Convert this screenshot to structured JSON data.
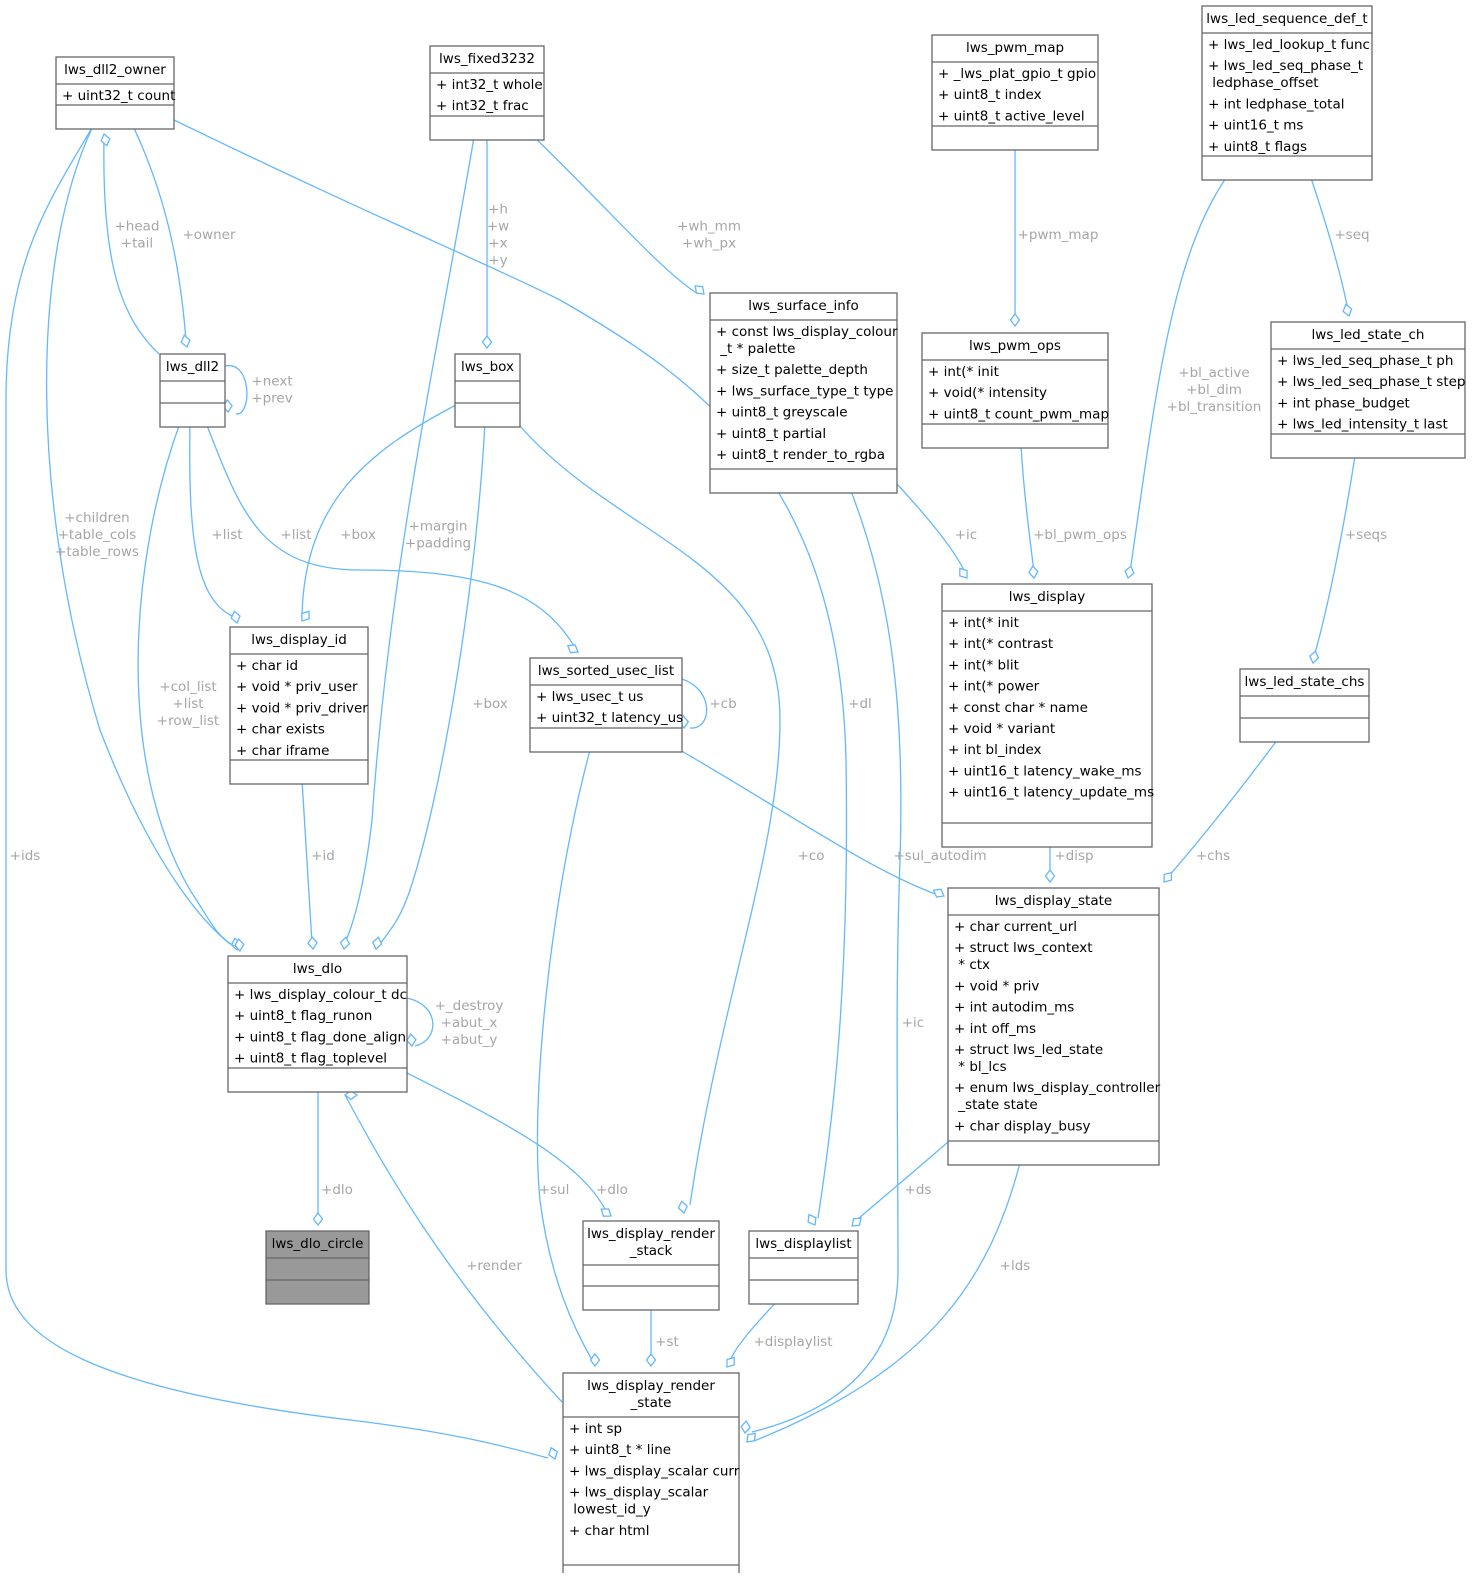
{
  "colors": {
    "edge": "#63b8ff",
    "label": "#a6a6a6",
    "border": "#666666",
    "highlight_fill": "#999999"
  },
  "nodes": [
    {
      "id": "dll2_owner",
      "name": "lws_dll2_owner",
      "attrs": [
        "+ uint32_t count"
      ]
    },
    {
      "id": "fixed3232",
      "name": "lws_fixed3232",
      "attrs": [
        "+ int32_t whole",
        "+ int32_t frac"
      ]
    },
    {
      "id": "pwm_map",
      "name": "lws_pwm_map",
      "attrs": [
        "+ _lws_plat_gpio_t gpio",
        "+ uint8_t index",
        "+ uint8_t active_level"
      ]
    },
    {
      "id": "led_seq_def",
      "name": "lws_led_sequence_def_t",
      "attrs": [
        "+ lws_led_lookup_t func",
        "+ lws_led_seq_phase_t\n   ledphase_offset",
        "+ int ledphase_total",
        "+ uint16_t ms",
        "+ uint8_t flags"
      ]
    },
    {
      "id": "surface_info",
      "name": "lws_surface_info",
      "attrs": [
        "+ const lws_display_colour\n   _t * palette",
        "+ size_t palette_depth",
        "+ lws_surface_type_t type",
        "+ uint8_t greyscale",
        "+ uint8_t partial",
        "+ uint8_t render_to_rgba"
      ]
    },
    {
      "id": "pwm_ops",
      "name": "lws_pwm_ops",
      "attrs": [
        "+ int(* init",
        "+ void(* intensity",
        "+ uint8_t count_pwm_map"
      ]
    },
    {
      "id": "led_state_ch",
      "name": "lws_led_state_ch",
      "attrs": [
        "+ lws_led_seq_phase_t ph",
        "+ lws_led_seq_phase_t step",
        "+ int phase_budget",
        "+ lws_led_intensity_t last"
      ]
    },
    {
      "id": "dll2",
      "name": "lws_dll2",
      "attrs": []
    },
    {
      "id": "box",
      "name": "lws_box",
      "attrs": []
    },
    {
      "id": "display",
      "name": "lws_display",
      "attrs": [
        "+ int(* init",
        "+ int(* contrast",
        "+ int(* blit",
        "+ int(* power",
        "+ const char * name",
        "+ void * variant",
        "+ int bl_index",
        "+ uint16_t latency_wake_ms",
        "+ uint16_t latency_update_ms"
      ]
    },
    {
      "id": "display_id",
      "name": "lws_display_id",
      "attrs": [
        "+ char id",
        "+ void * priv_user",
        "+ void * priv_driver",
        "+ char exists",
        "+ char iframe"
      ]
    },
    {
      "id": "sorted_usec_list",
      "name": "lws_sorted_usec_list",
      "attrs": [
        "+ lws_usec_t us",
        "+ uint32_t latency_us"
      ]
    },
    {
      "id": "led_state_chs",
      "name": "lws_led_state_chs",
      "attrs": []
    },
    {
      "id": "display_state",
      "name": "lws_display_state",
      "attrs": [
        "+ char current_url",
        "+ struct lws_context\n   * ctx",
        "+ void * priv",
        "+ int autodim_ms",
        "+ int off_ms",
        "+ struct lws_led_state\n   * bl_lcs",
        "+ enum lws_display_controller\n   _state state",
        "+ char display_busy"
      ]
    },
    {
      "id": "dlo",
      "name": "lws_dlo",
      "attrs": [
        "+ lws_display_colour_t dc",
        "+ uint8_t flag_runon",
        "+ uint8_t flag_done_align",
        "+ uint8_t flag_toplevel"
      ]
    },
    {
      "id": "dlo_circle",
      "name": "lws_dlo_circle",
      "attrs": [],
      "highlighted": true
    },
    {
      "id": "render_stack",
      "name": "lws_display_render\n_stack",
      "attrs": []
    },
    {
      "id": "displaylist",
      "name": "lws_displaylist",
      "attrs": []
    },
    {
      "id": "render_state",
      "name": "lws_display_render\n_state",
      "attrs": [
        "+ int sp",
        "+ uint8_t * line",
        "+ lws_display_scalar curr",
        "+ lws_display_scalar\n   lowest_id_y",
        "+ char html"
      ]
    }
  ],
  "edges": [
    {
      "from": "dll2",
      "to": "dll2_owner",
      "label": "+head\n+tail"
    },
    {
      "from": "dll2_owner",
      "to": "dll2",
      "label": "+owner"
    },
    {
      "from": "dll2",
      "to": "dll2",
      "label": "+next\n+prev"
    },
    {
      "from": "fixed3232",
      "to": "box",
      "label": "+h\n+w\n+x\n+y"
    },
    {
      "from": "fixed3232",
      "to": "surface_info",
      "label": "+wh_mm\n+wh_px"
    },
    {
      "from": "pwm_map",
      "to": "pwm_ops",
      "label": "+pwm_map"
    },
    {
      "from": "led_seq_def",
      "to": "led_state_ch",
      "label": "+seq"
    },
    {
      "from": "led_seq_def",
      "to": "display",
      "label": "+bl_active\n+bl_dim\n+bl_transition"
    },
    {
      "from": "surface_info",
      "to": "display",
      "label": "+ic"
    },
    {
      "from": "pwm_ops",
      "to": "display",
      "label": "+bl_pwm_ops"
    },
    {
      "from": "led_state_ch",
      "to": "led_state_chs",
      "label": "+seqs"
    },
    {
      "from": "dll2",
      "to": "display_id",
      "label": "+list"
    },
    {
      "from": "box",
      "to": "display_id",
      "label": "+box"
    },
    {
      "from": "dll2",
      "to": "sorted_usec_list",
      "label": "+list"
    },
    {
      "from": "sorted_usec_list",
      "to": "sorted_usec_list",
      "label": "+cb"
    },
    {
      "from": "dll2_owner",
      "to": "dlo",
      "label": "+children\n+table_cols\n+table_rows"
    },
    {
      "from": "dll2",
      "to": "dlo",
      "label": "+col_list\n+list\n+row_list"
    },
    {
      "from": "fixed3232",
      "to": "dlo",
      "label": "+margin\n+padding"
    },
    {
      "from": "box",
      "to": "dlo",
      "label": "+box"
    },
    {
      "from": "display_id",
      "to": "dlo",
      "label": "+id"
    },
    {
      "from": "dlo",
      "to": "dlo",
      "label": "+_destroy\n+abut_x\n+abut_y"
    },
    {
      "from": "sorted_usec_list",
      "to": "display_state",
      "label": "+sul_autodim"
    },
    {
      "from": "display",
      "to": "display_state",
      "label": "+disp"
    },
    {
      "from": "led_state_chs",
      "to": "display_state",
      "label": "+chs"
    },
    {
      "from": "dlo",
      "to": "dlo_circle",
      "label": "+dlo"
    },
    {
      "from": "dlo",
      "to": "render_stack",
      "label": "+dlo"
    },
    {
      "from": "box",
      "to": "render_stack",
      "label": "+co"
    },
    {
      "from": "dll2_owner",
      "to": "displaylist",
      "label": "+dl"
    },
    {
      "from": "display_state",
      "to": "displaylist",
      "label": "+ds"
    },
    {
      "from": "dll2_owner",
      "to": "render_state",
      "label": "+ids"
    },
    {
      "from": "dlo",
      "to": "render_state",
      "label": "+render"
    },
    {
      "from": "sorted_usec_list",
      "to": "render_state",
      "label": "+sul"
    },
    {
      "from": "render_stack",
      "to": "render_state",
      "label": "+st"
    },
    {
      "from": "displaylist",
      "to": "render_state",
      "label": "+displaylist"
    },
    {
      "from": "surface_info",
      "to": "render_state",
      "label": "+ic"
    },
    {
      "from": "display_state",
      "to": "render_state",
      "label": "+lds"
    }
  ]
}
